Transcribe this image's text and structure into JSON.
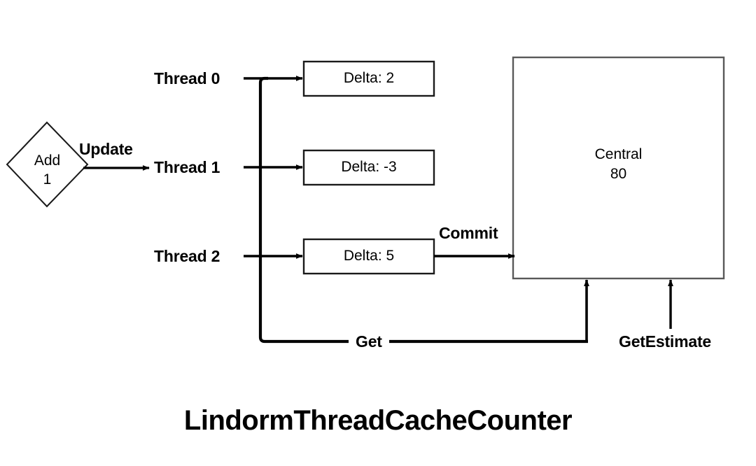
{
  "diagram": {
    "title": "LindormThreadCacheCounter",
    "source_node": {
      "shape": "diamond",
      "line1": "Add",
      "line2": "1"
    },
    "edges": {
      "update": "Update",
      "commit": "Commit",
      "get": "Get",
      "get_estimate": "GetEstimate"
    },
    "threads": [
      {
        "label": "Thread 0",
        "delta": "Delta: 2"
      },
      {
        "label": "Thread 1",
        "delta": "Delta: -3"
      },
      {
        "label": "Thread 2",
        "delta": "Delta: 5"
      }
    ],
    "central": {
      "line1": "Central",
      "line2": "80"
    },
    "colors": {
      "stroke": "#000000",
      "box_border": "#1a1a1a",
      "central_border": "#595959",
      "background": "#ffffff",
      "text": "#000000"
    }
  }
}
